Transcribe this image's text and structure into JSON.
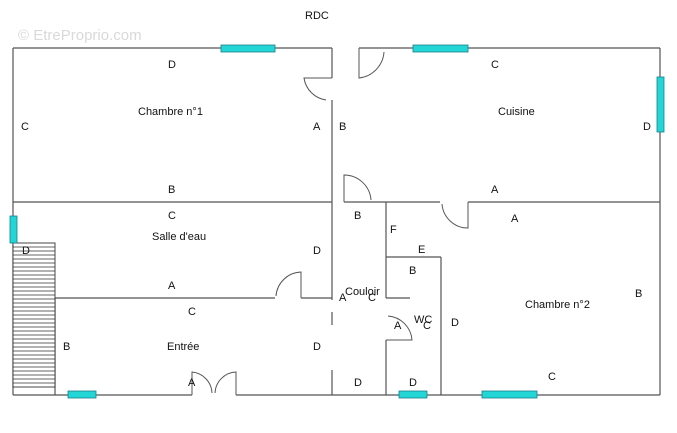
{
  "watermark": "© EtreProprio.com",
  "title": "RDC",
  "rooms": {
    "chambre1": "Chambre n°1",
    "cuisine": "Cuisine",
    "salle_eau": "Salle d'eau",
    "entree": "Entrée",
    "couloir": "Couloir",
    "wc": "WC",
    "chambre2": "Chambre n°2"
  },
  "wall_letters": {
    "c1_top": "D",
    "c1_left": "C",
    "c1_right": "A",
    "c1_bottom": "B",
    "cu_left": "B",
    "cu_top": "C",
    "cu_right": "D",
    "cu_bottom": "A",
    "se_top": "C",
    "se_left": "D",
    "se_right": "D",
    "se_bottom": "A",
    "en_top": "C",
    "en_left": "B",
    "en_right": "D",
    "en_bottom": "A",
    "co_top": "B",
    "co_left": "A",
    "co_right": "C",
    "co_bottom": "D",
    "wc_top": "B",
    "wc_left": "A",
    "wc_right": "C",
    "wc_bottom": "D",
    "corr_f": "F",
    "corr_e": "E",
    "ch2_top": "A",
    "ch2_left": "D",
    "ch2_right": "B",
    "ch2_bottom": "C"
  },
  "colors": {
    "window": "#22d6d6",
    "wall": "#555555"
  }
}
